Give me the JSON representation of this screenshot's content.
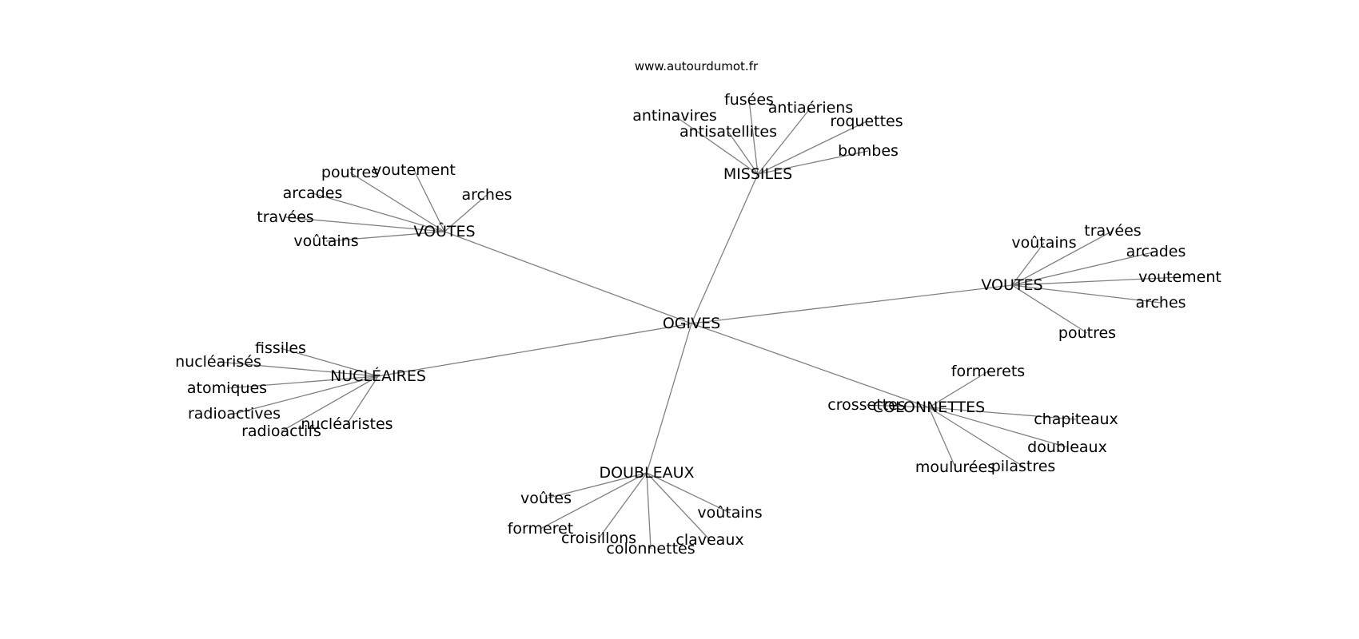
{
  "source": "www.autourdumot.fr",
  "graph": {
    "center": "OGIVES",
    "hubs": [
      {
        "label": "MISSILES",
        "leaves": [
          "fusées",
          "antiaériens",
          "antinavires",
          "antisatellites",
          "roquettes",
          "bombes"
        ]
      },
      {
        "label": "VOÛTES",
        "leaves": [
          "poutres",
          "voutement",
          "arcades",
          "arches",
          "travées",
          "voûtains"
        ]
      },
      {
        "label": "VOUTES",
        "leaves": [
          "voûtains",
          "travées",
          "arcades",
          "voutement",
          "arches",
          "poutres"
        ]
      },
      {
        "label": "NUCLÉAIRES",
        "leaves": [
          "fissiles",
          "nucléarisés",
          "atomiques",
          "radioactives",
          "nucléaristes",
          "radioactifs"
        ]
      },
      {
        "label": "COLONNETTES",
        "leaves": [
          "formerets",
          "crossettes",
          "chapiteaux",
          "doubleaux",
          "moulurées",
          "pilastres"
        ]
      },
      {
        "label": "DOUBLEAUX",
        "leaves": [
          "voûtes",
          "formeret",
          "croisillons",
          "colonnettes",
          "claveaux",
          "voûtains"
        ]
      }
    ]
  }
}
